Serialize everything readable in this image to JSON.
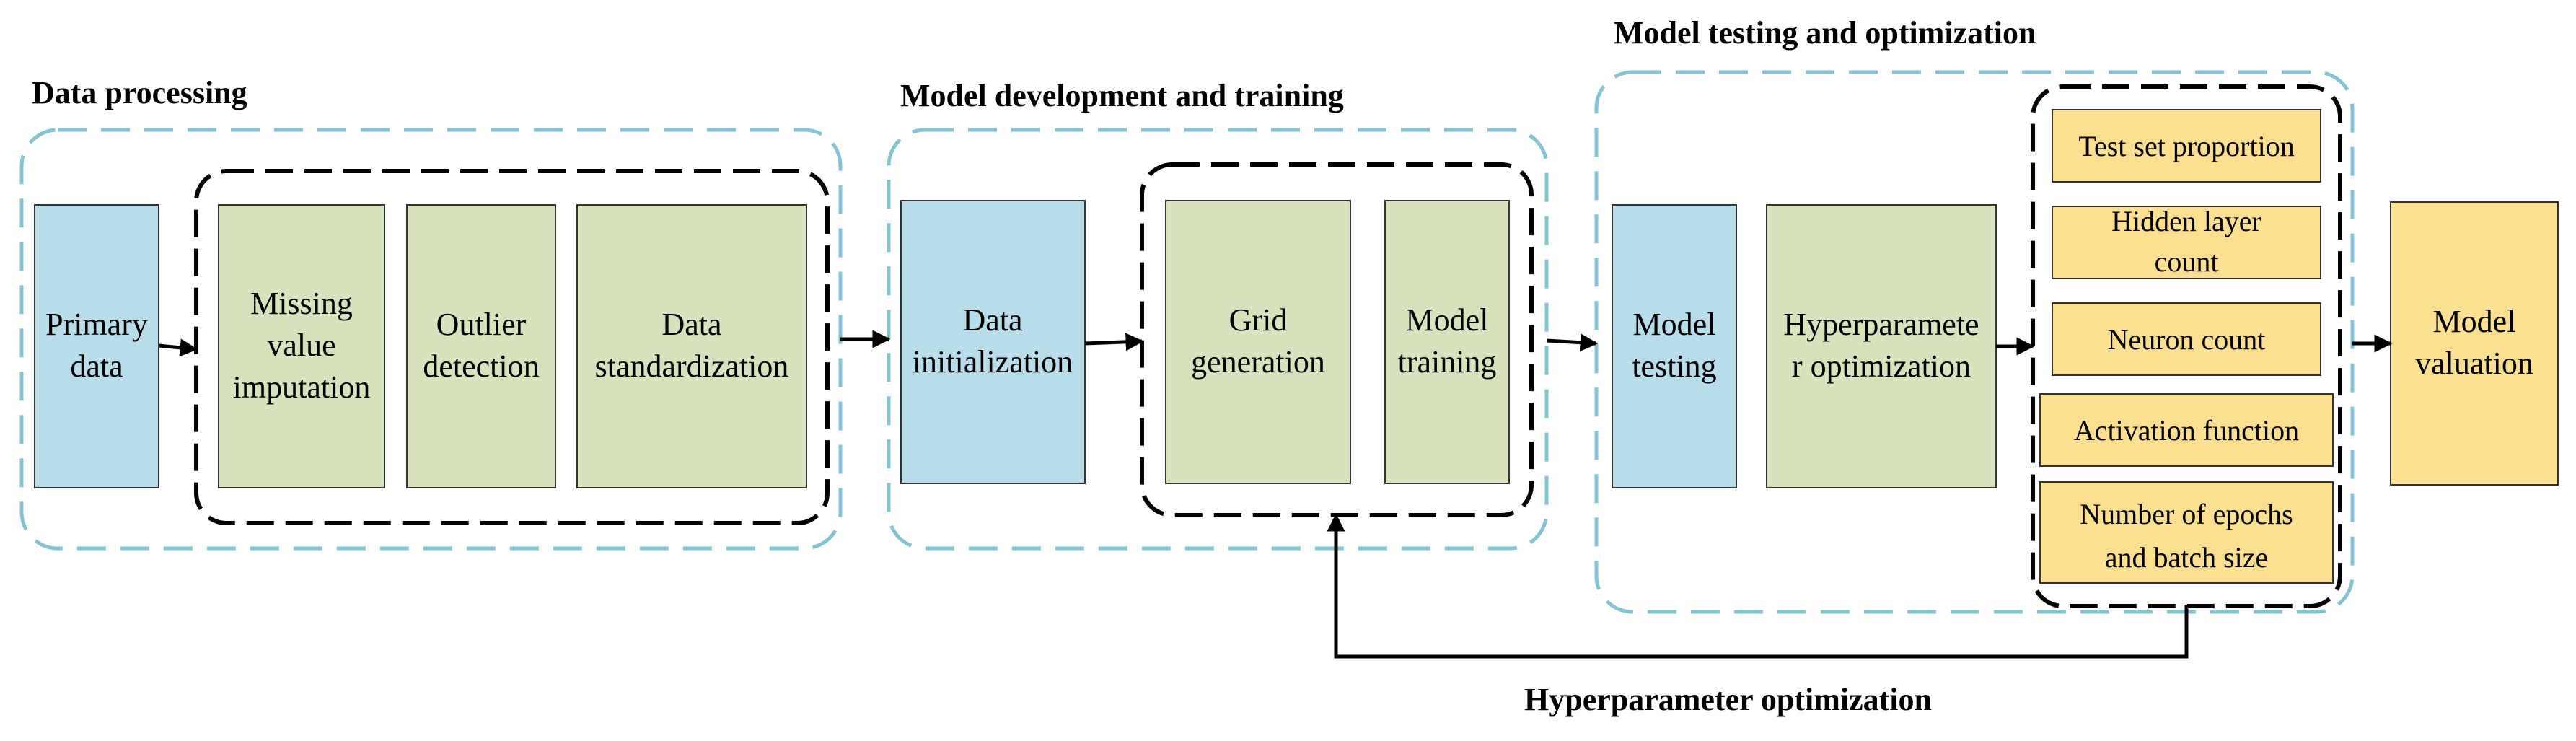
{
  "sections": {
    "data_processing": "Data processing",
    "model_development": "Model development and training",
    "model_testing": "Model testing and optimization"
  },
  "boxes": {
    "primary_data": [
      "Primary",
      "data"
    ],
    "missing_value": [
      "Missing",
      "value",
      "imputation"
    ],
    "outlier": [
      "Outlier",
      "detection"
    ],
    "standardization": [
      "Data",
      "standardization"
    ],
    "data_init": [
      "Data",
      "initialization"
    ],
    "grid_generation": [
      "Grid",
      "generation"
    ],
    "model_training": [
      "Model",
      "training"
    ],
    "model_testing": [
      "Model",
      "testing"
    ],
    "hyperparam_opt": [
      "Hyperparamete",
      "r optimization"
    ],
    "test_set": [
      "Test set proportion"
    ],
    "hidden_layer": [
      "Hidden layer",
      "count"
    ],
    "neuron_count": [
      "Neuron count"
    ],
    "activation": [
      "Activation function"
    ],
    "epochs": [
      "Number of epochs",
      "and batch size"
    ],
    "model_valuation": [
      "Model",
      "valuation"
    ]
  },
  "feedback_label": "Hyperparameter optimization",
  "colors": {
    "blue": "#b8dde8",
    "green": "#d6e3bd",
    "yellow": "#fddf91",
    "section_border": "#86c3d2",
    "group_border": "#000000"
  }
}
